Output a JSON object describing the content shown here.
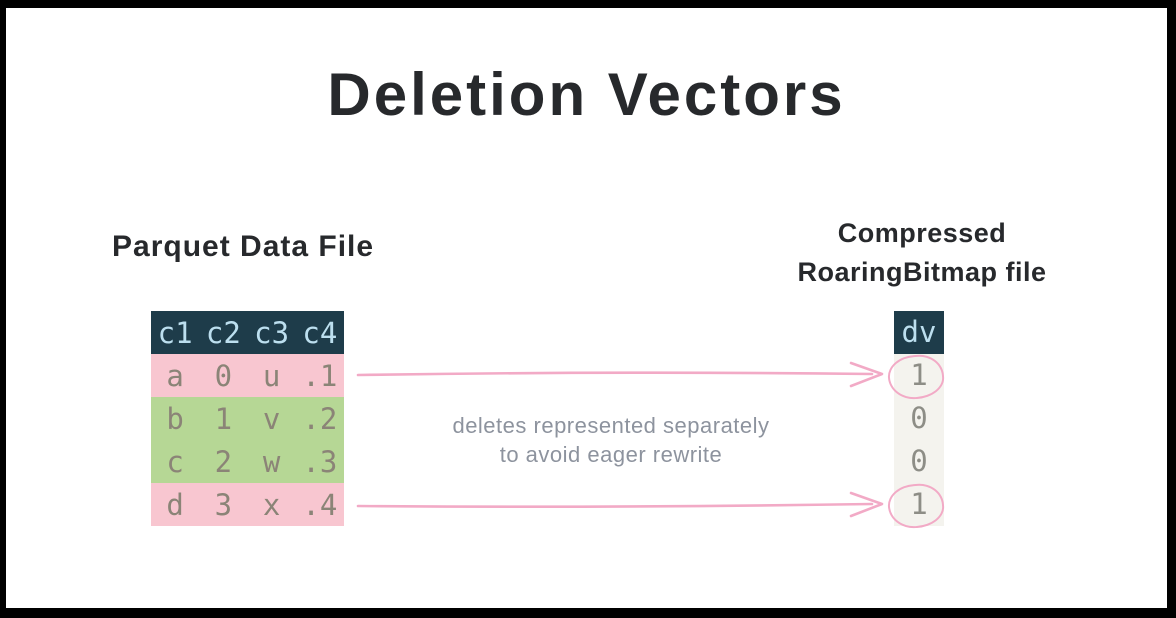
{
  "title": "Deletion Vectors",
  "labels": {
    "parquet": "Parquet Data File",
    "roaring_line1": "Compressed",
    "roaring_line2": "RoaringBitmap file"
  },
  "annotation": {
    "line1": "deletes represented separately",
    "line2": "to avoid eager rewrite"
  },
  "table": {
    "headers": [
      "c1",
      "c2",
      "c3",
      "c4"
    ],
    "rows": [
      {
        "cells": [
          "a",
          "0",
          "u",
          ".1"
        ],
        "deleted": true
      },
      {
        "cells": [
          "b",
          "1",
          "v",
          ".2"
        ],
        "deleted": false
      },
      {
        "cells": [
          "c",
          "2",
          "w",
          ".3"
        ],
        "deleted": false
      },
      {
        "cells": [
          "d",
          "3",
          "x",
          ".4"
        ],
        "deleted": true
      }
    ]
  },
  "dv": {
    "header": "dv",
    "values": [
      {
        "value": "1",
        "circled": true
      },
      {
        "value": "0",
        "circled": false
      },
      {
        "value": "0",
        "circled": false
      },
      {
        "value": "1",
        "circled": true
      }
    ]
  },
  "colors": {
    "frame-border": "#000000",
    "ink": "#27292c",
    "teal": "#1e3c4a",
    "teal-text": "#bcdfef",
    "pink-row": "#f8c6d0",
    "green-row": "#b6d795",
    "cell-text": "#8b8477",
    "dv-bg": "#f4f3ee",
    "dv-text": "#8d8d86",
    "accent-pink": "#f2aac6",
    "note-gray": "#8d939e"
  }
}
